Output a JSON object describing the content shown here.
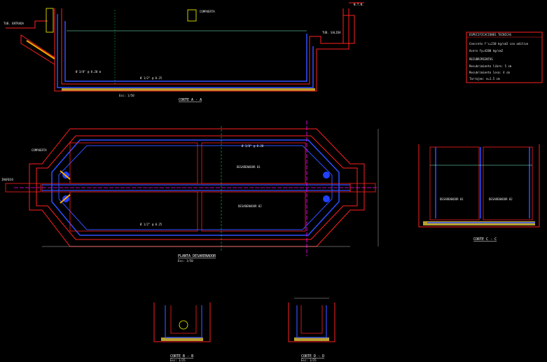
{
  "sections": {
    "corte_aa": {
      "title": "CORTE A - A",
      "scale": "Esc: 1/50"
    },
    "planta": {
      "title": "PLANTA DESARENADOR",
      "scale": "Esc: 1/50"
    },
    "corte_cc": {
      "title": "CORTE C - C"
    },
    "corte_bb": {
      "title": "CORTE B - B",
      "scale": "Esc: 1/25"
    },
    "corte_dd": {
      "title": "CORTE D - D",
      "scale": "Esc: 1/25"
    }
  },
  "chambers": {
    "label_1": "DESARENADOR 01",
    "label_2": "DESARENADOR 02"
  },
  "table": {
    "header": "ESPECIFICACIONES TECNICAS",
    "lines": [
      "Concreto f'c=210 kg/cm2 con aditivo",
      "Acero fy=4200 kg/cm2",
      "RECUBRIMIENTOS",
      "Recubrimiento libre: 5 cm",
      "Recubrimiento losa: 4 cm",
      "Tarrajeo: e=1.5 cm"
    ]
  }
}
